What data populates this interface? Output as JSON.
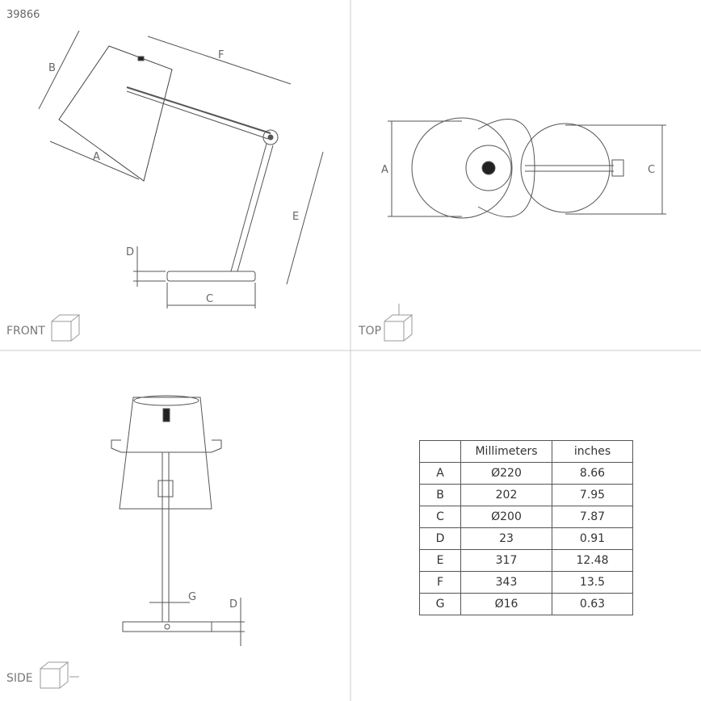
{
  "product_code": "39866",
  "views": {
    "front": "FRONT",
    "top": "TOP",
    "side": "SIDE"
  },
  "front_labels": {
    "a": "A",
    "b": "B",
    "c": "C",
    "d": "D",
    "e": "E",
    "f": "F"
  },
  "top_labels": {
    "a": "A",
    "c": "C"
  },
  "side_labels": {
    "g": "G",
    "d": "D"
  },
  "table": {
    "headers": [
      "",
      "Millimeters",
      "inches"
    ],
    "rows": [
      {
        "key": "A",
        "mm": "Ø220",
        "in": "8.66"
      },
      {
        "key": "B",
        "mm": "202",
        "in": "7.95"
      },
      {
        "key": "C",
        "mm": "Ø200",
        "in": "7.87"
      },
      {
        "key": "D",
        "mm": "23",
        "in": "0.91"
      },
      {
        "key": "E",
        "mm": "317",
        "in": "12.48"
      },
      {
        "key": "F",
        "mm": "343",
        "in": "13.5"
      },
      {
        "key": "G",
        "mm": "Ø16",
        "in": "0.63"
      }
    ]
  }
}
